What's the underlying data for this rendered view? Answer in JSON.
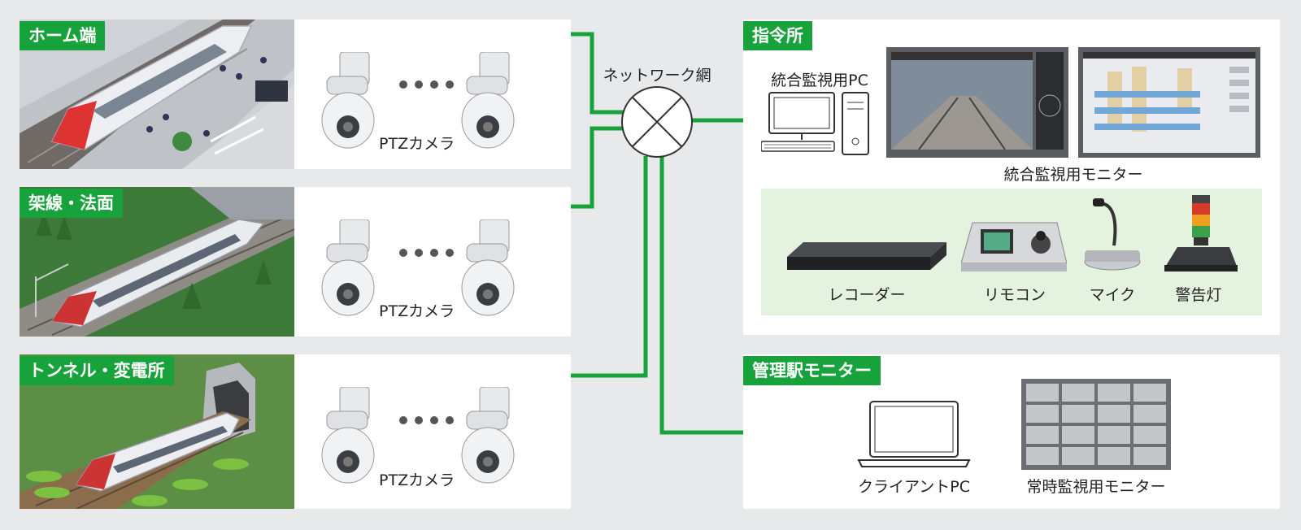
{
  "colors": {
    "accent": "#18a23c",
    "background": "#e8e9eb",
    "panel": "#ffffff",
    "equipment_area": "#e4f2e0"
  },
  "sites": [
    {
      "label": "ホーム端",
      "camera_label": "PTZカメラ"
    },
    {
      "label": "架線・法面",
      "camera_label": "PTZカメラ"
    },
    {
      "label": "トンネル・変電所",
      "camera_label": "PTZカメラ"
    }
  ],
  "network": {
    "label": "ネットワーク網"
  },
  "command_center": {
    "title": "指令所",
    "pc_label": "統合監視用PC",
    "monitor_label": "統合監視用モニター",
    "devices": [
      {
        "label": "レコーダー",
        "icon": "recorder-icon"
      },
      {
        "label": "リモコン",
        "icon": "remote-controller-icon"
      },
      {
        "label": "マイク",
        "icon": "microphone-icon"
      },
      {
        "label": "警告灯",
        "icon": "warning-light-icon"
      }
    ]
  },
  "station": {
    "title": "管理駅モニター",
    "client_label": "クライアントPC",
    "monitor_label": "常時監視用モニター"
  }
}
